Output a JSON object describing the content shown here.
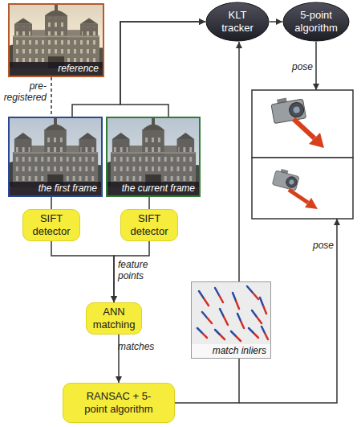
{
  "diagram": {
    "nodes": [
      {
        "text": [
          "reference"
        ]
      },
      {
        "text": [
          "the first frame"
        ]
      },
      {
        "text": [
          "the current frame"
        ]
      },
      {
        "text": [
          "SIFT detector"
        ]
      },
      {
        "text": [
          "SIFT detector"
        ]
      },
      {
        "text": [
          "ANN matching"
        ]
      },
      {
        "text": [
          "RANSAC + 5-point algorithm"
        ]
      },
      {
        "text": [
          "KLT tracker"
        ]
      },
      {
        "text": [
          "5-point algorithm"
        ]
      },
      {
        "text": [
          "match inliers"
        ]
      }
    ],
    "edges": [
      {
        "from": 0,
        "to": 1,
        "label": "pre-registered",
        "arrow": "none"
      },
      {
        "from": 1,
        "to": 7,
        "arrow": "to"
      },
      {
        "from": 2,
        "to": 7,
        "arrow": "to"
      },
      {
        "from": 7,
        "to": 8,
        "arrow": "to"
      },
      {
        "from": 1,
        "to": 3,
        "arrow": "none"
      },
      {
        "from": 2,
        "to": 4,
        "arrow": "none"
      },
      {
        "from": 3,
        "to": 5,
        "label": "feature points",
        "arrow": "to"
      },
      {
        "from": 4,
        "to": 5,
        "arrow": "to"
      },
      {
        "from": 5,
        "to": 6,
        "label": "matches",
        "arrow": "to"
      },
      {
        "from": 6,
        "to": 9,
        "arrow": "none"
      },
      {
        "from": 9,
        "to": 7,
        "arrow": "to"
      }
    ],
    "labels": [
      "pose",
      "pose"
    ]
  }
}
